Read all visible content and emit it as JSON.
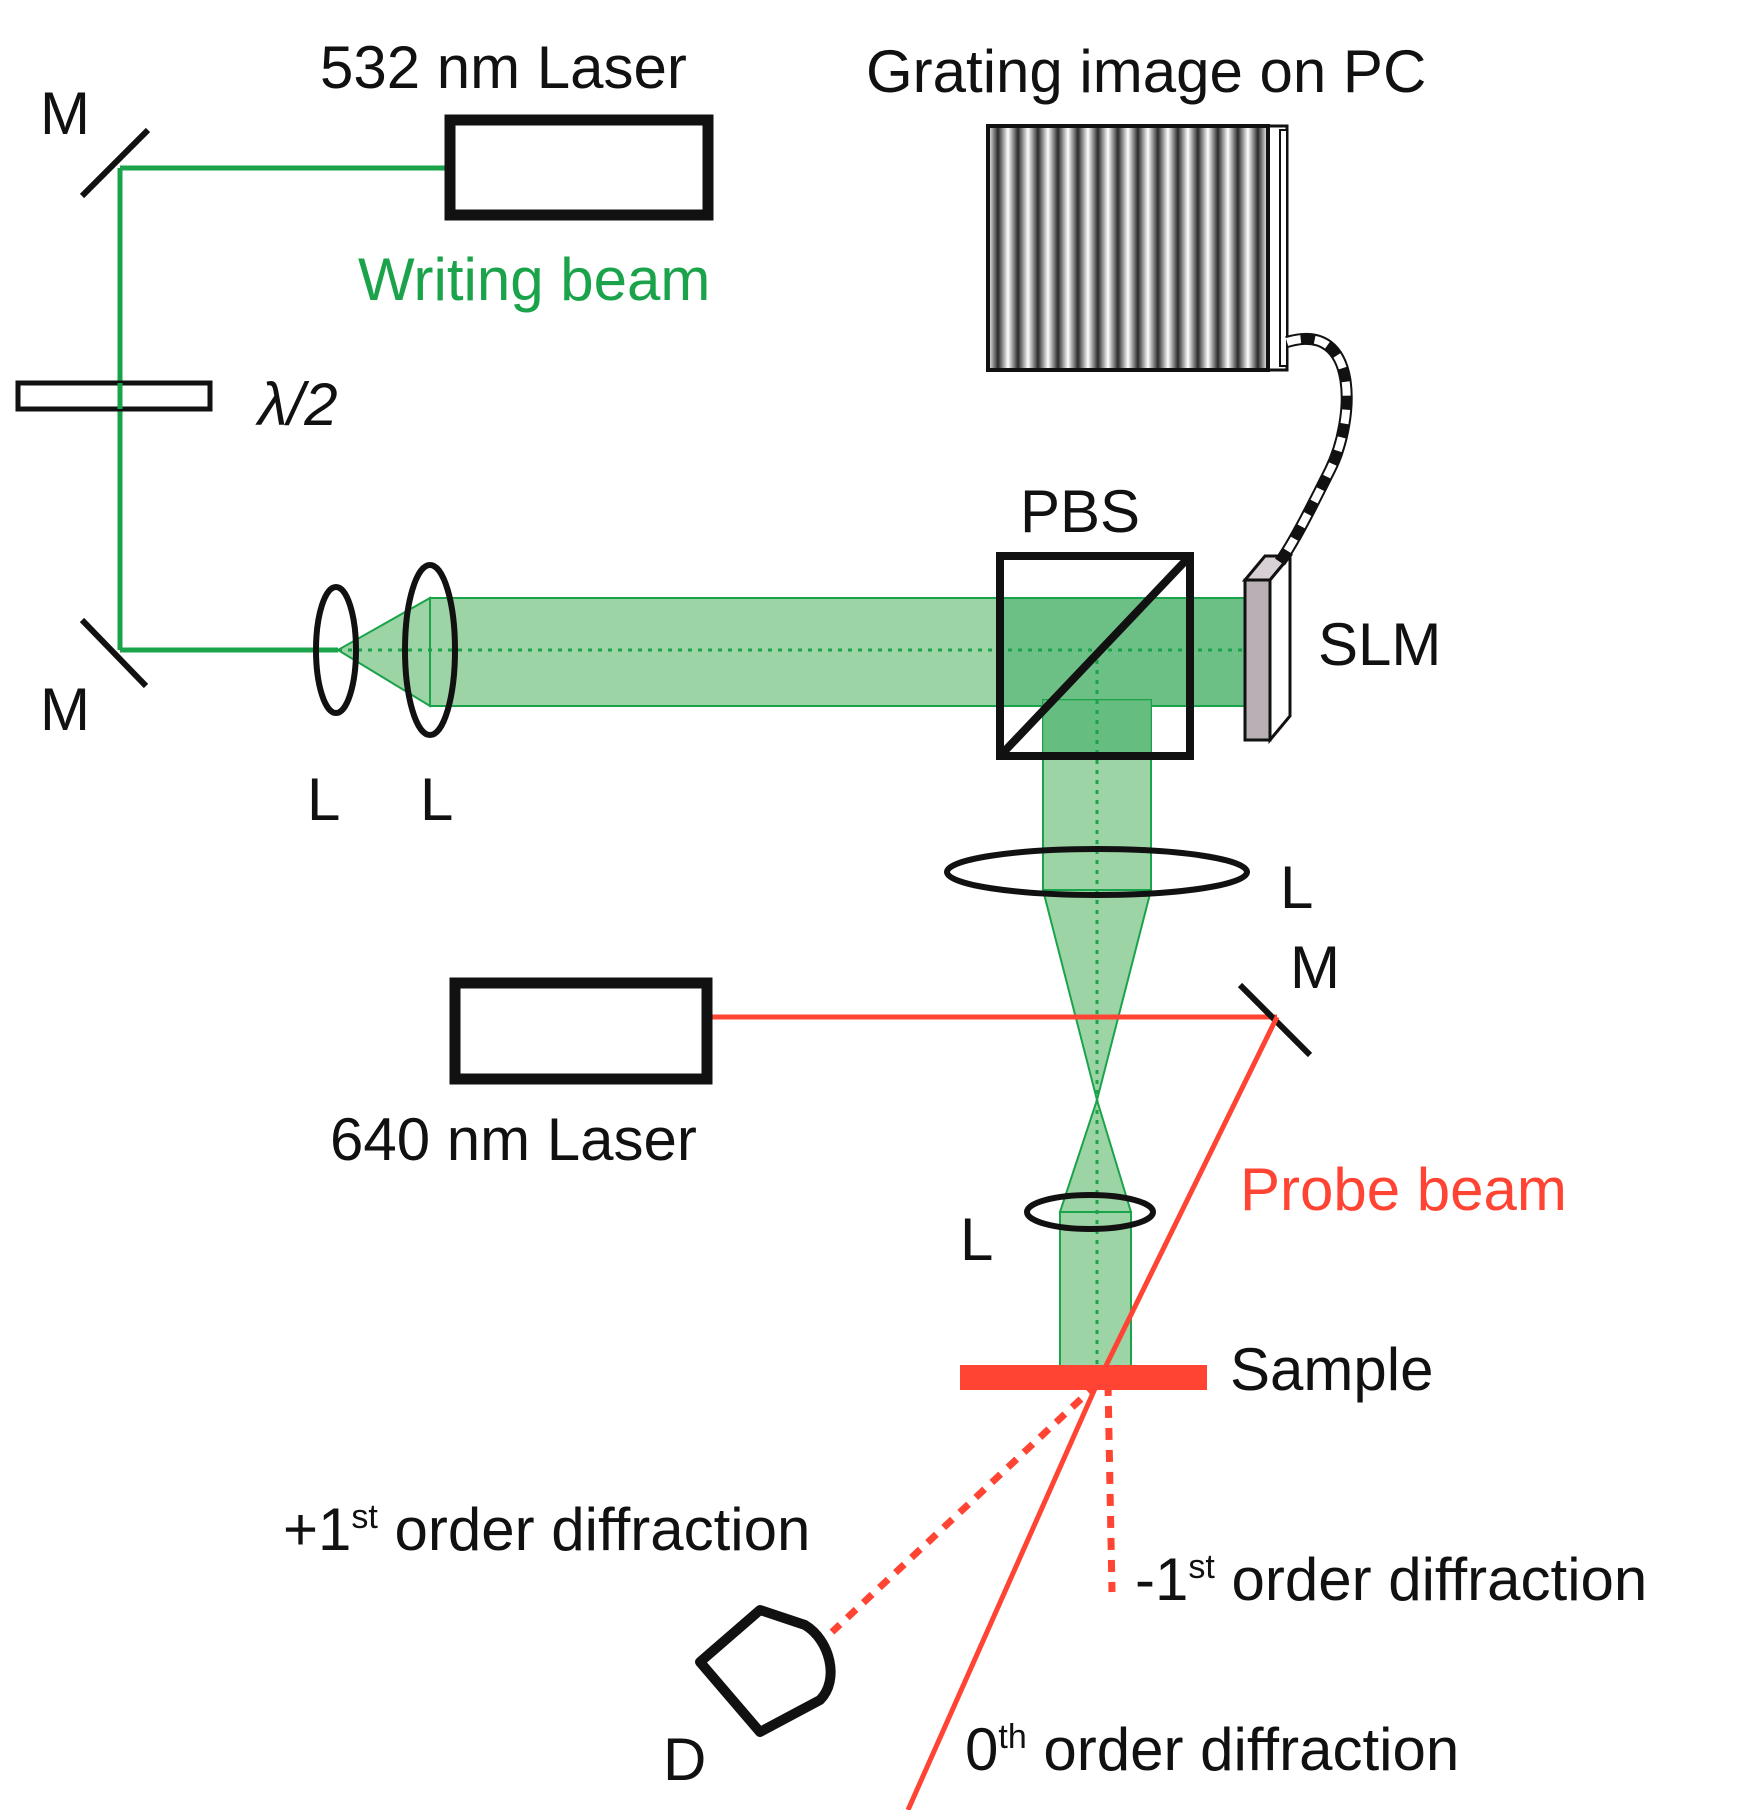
{
  "labels": {
    "laser_532": "532 nm Laser",
    "writing_beam": "Writing beam",
    "grating_image": "Grating image on PC",
    "mirror_top": "M",
    "mirror_bottom_left": "M",
    "mirror_right": "M",
    "half_wave": "λ/2",
    "lens_small": "L",
    "lens_large": "L",
    "pbs": "PBS",
    "slm": "SLM",
    "lens_focus": "L",
    "laser_640": "640 nm Laser",
    "probe_beam": "Probe beam",
    "lens_recollimate": "L",
    "sample": "Sample",
    "plus_first_prefix": "+1",
    "plus_first_sup": "st",
    "plus_first_suffix": " order diffraction",
    "minus_first_prefix": "-1",
    "minus_first_sup": "st",
    "minus_first_suffix": " order diffraction",
    "zeroth_prefix": "0",
    "zeroth_sup": "th",
    "zeroth_suffix": " order diffraction",
    "detector": "D"
  },
  "colors": {
    "writing_beam": "#1aa34a",
    "beam_fill": "#9dd4a6",
    "beam_fill_dark": "#5cb878",
    "probe_beam": "#ff4433",
    "outline": "#111111",
    "slm_face": "#b8b0b4"
  }
}
